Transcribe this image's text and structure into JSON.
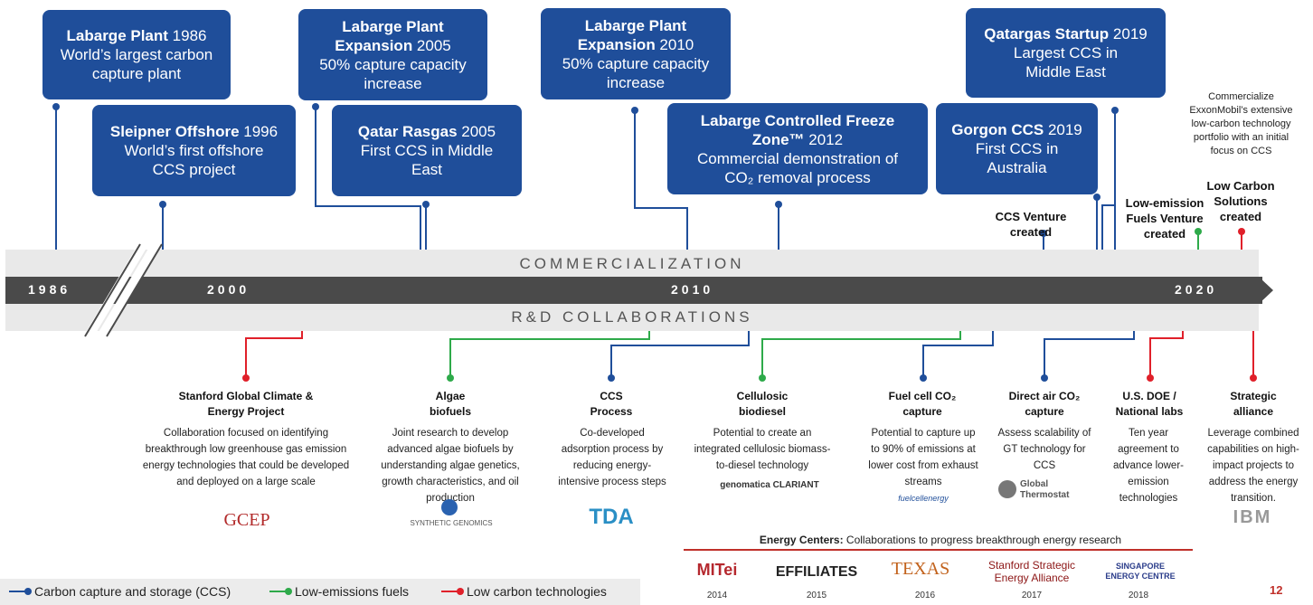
{
  "colors": {
    "ccs": "#1f4e9a",
    "fuels": "#2eaa4a",
    "lowcarbon": "#e0202a",
    "axis": "#4a4a4a",
    "band": "#e9e9e9"
  },
  "milestones": [
    {
      "bold": "Labarge Plant",
      "year": " 1986",
      "desc": "World’s largest carbon capture plant"
    },
    {
      "bold": "Sleipner Offshore",
      "year": " 1996",
      "desc": "World’s first offshore CCS project"
    },
    {
      "bold": "Labarge Plant Expansion",
      "year": " 2005",
      "desc": "50% capture capacity increase"
    },
    {
      "bold": "Qatar Rasgas",
      "year": " 2005",
      "desc": "First CCS in Middle East"
    },
    {
      "bold": "Labarge Plant Expansion",
      "year": " 2010",
      "desc": "50% capture capacity increase"
    },
    {
      "bold": "Labarge Controlled Freeze Zone™",
      "year": " 2012",
      "desc": "Commercial demonstration of CO₂ removal process"
    },
    {
      "bold": "Qatargas Startup",
      "year": " 2019",
      "desc": "Largest CCS in Middle East"
    },
    {
      "bold": "Gorgon CCS",
      "year": " 2019",
      "desc": "First CCS in Australia"
    }
  ],
  "upper_labels": {
    "ccs_venture": "CCS Venture created",
    "fuels_venture": "Low-emission Fuels Venture created",
    "low_carbon": "Low Carbon Solutions created",
    "commercialize": "Commercialize ExxonMobil’s extensive low-carbon technology portfolio with an initial focus on CCS"
  },
  "timeline": {
    "commercialization": "COMMERCIALIZATION",
    "rd": "R&D COLLABORATIONS",
    "years": [
      "1986",
      "2000",
      "2010",
      "2020"
    ]
  },
  "collaborations": [
    {
      "title": "Stanford Global Climate & Energy Project",
      "desc": "Collaboration focused on identifying breakthrough low greenhouse gas emission energy technologies that could be developed and deployed on a large scale",
      "logo": "GCEP"
    },
    {
      "title": "Algae biofuels",
      "desc": "Joint research to develop advanced algae biofuels by understanding algae genetics, growth characteristics, and oil production",
      "logo": "SYNTHETIC GENOMICS"
    },
    {
      "title": "CCS Process",
      "desc": "Co-developed adsorption process by reducing energy-intensive process steps",
      "logo": "TDA"
    },
    {
      "title": "Cellulosic biodiesel",
      "desc": "Potential to create an integrated cellulosic biomass-to-diesel technology",
      "logo": "genomatica CLARIANT"
    },
    {
      "title": "Fuel cell CO₂ capture",
      "desc": "Potential to capture up to 90% of emissions at lower cost from exhaust streams",
      "logo": "fuelcellenergy"
    },
    {
      "title": "Direct air CO₂ capture",
      "desc": "Assess scalability of GT technology for CCS",
      "logo": "Global Thermostat"
    },
    {
      "title": "U.S. DOE / National labs",
      "desc": "Ten year agreement to advance lower-emission technologies",
      "logo": ""
    },
    {
      "title": "Strategic alliance",
      "desc": "Leverage combined capabilities on high-impact projects to address the energy transition.",
      "logo": "IBM"
    }
  ],
  "energy_centers": {
    "title_bold": "Energy Centers:",
    "title_rest": " Collaborations to progress breakthrough energy research",
    "items": [
      {
        "logo": "MITei",
        "year": "2014"
      },
      {
        "logo": "EFFILIATES",
        "year": "2015"
      },
      {
        "logo": "TEXAS",
        "year": "2016"
      },
      {
        "logo": "Stanford Strategic Energy Alliance",
        "year": "2017"
      },
      {
        "logo": "SINGAPORE ENERGY CENTRE",
        "year": "2018"
      }
    ]
  },
  "legend": [
    {
      "label": "Carbon capture and storage (CCS)",
      "color": "#1f4e9a"
    },
    {
      "label": "Low-emissions fuels",
      "color": "#2eaa4a"
    },
    {
      "label": "Low carbon technologies",
      "color": "#e0202a"
    }
  ],
  "page_number": "12"
}
